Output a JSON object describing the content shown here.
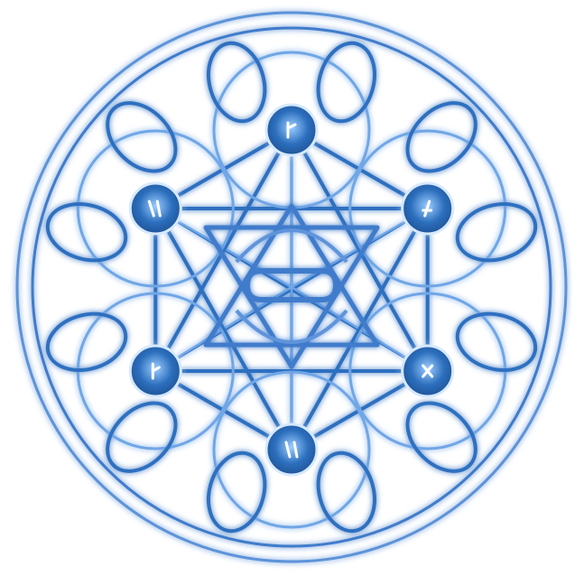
{
  "artwork": {
    "kind": "sacred-geometry-emblem",
    "colors": {
      "background": "#ffffff",
      "line_dark": "#2f6fc0",
      "line_mid": "#6fa6e6",
      "glow": "#e8f2ff",
      "node_fill": "#2a6bb6",
      "node_core": "#bfe0ff"
    },
    "nodes": [
      {
        "id": "top",
        "glyph": "rune-top"
      },
      {
        "id": "upper-left",
        "glyph": "rune-upper-left"
      },
      {
        "id": "upper-right",
        "glyph": "rune-upper-right"
      },
      {
        "id": "lower-left",
        "glyph": "rune-lower-left"
      },
      {
        "id": "lower-right",
        "glyph": "rune-lower-right"
      },
      {
        "id": "bottom",
        "glyph": "rune-bottom"
      }
    ]
  }
}
